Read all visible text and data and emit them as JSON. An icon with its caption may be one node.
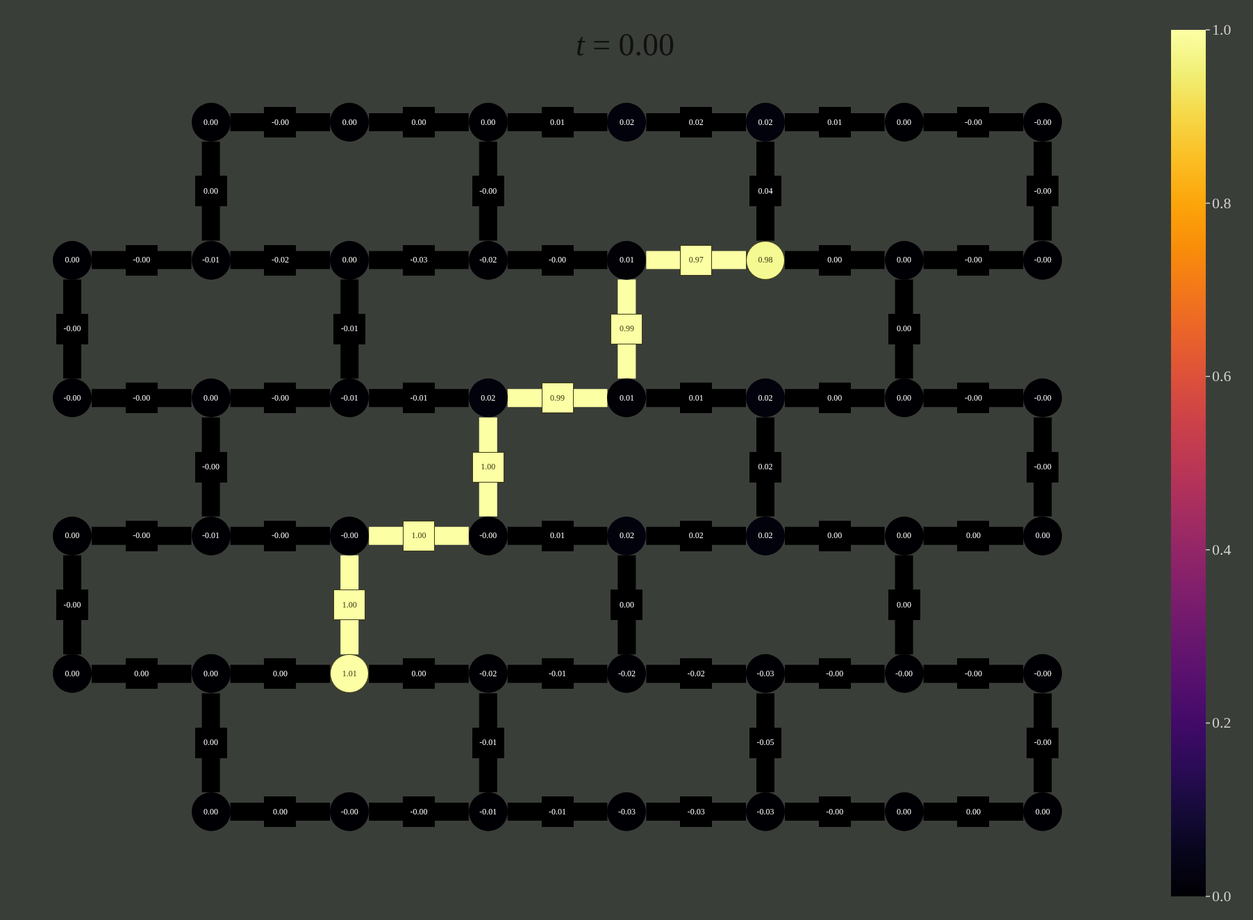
{
  "diagram": {
    "title": "*t* = 0.00",
    "nodes": [
      {
        "text": [
          "0.00"
        ]
      },
      {
        "text": [
          "0.00"
        ]
      },
      {
        "text": [
          "0.00"
        ]
      },
      {
        "text": [
          "0.02"
        ]
      },
      {
        "text": [
          "0.02"
        ]
      },
      {
        "text": [
          "0.00"
        ]
      },
      {
        "text": [
          "-0.00"
        ]
      },
      {
        "text": [
          "0.00"
        ]
      },
      {
        "text": [
          "-0.01"
        ]
      },
      {
        "text": [
          "0.00"
        ]
      },
      {
        "text": [
          "-0.02"
        ]
      },
      {
        "text": [
          "0.01"
        ]
      },
      {
        "text": [
          "0.98"
        ]
      },
      {
        "text": [
          "0.00"
        ]
      },
      {
        "text": [
          "-0.00"
        ]
      },
      {
        "text": [
          "-0.00"
        ]
      },
      {
        "text": [
          "0.00"
        ]
      },
      {
        "text": [
          "-0.01"
        ]
      },
      {
        "text": [
          "0.02"
        ]
      },
      {
        "text": [
          "0.01"
        ]
      },
      {
        "text": [
          "0.02"
        ]
      },
      {
        "text": [
          "0.00"
        ]
      },
      {
        "text": [
          "-0.00"
        ]
      },
      {
        "text": [
          "0.00"
        ]
      },
      {
        "text": [
          "-0.01"
        ]
      },
      {
        "text": [
          "-0.00"
        ]
      },
      {
        "text": [
          "-0.00"
        ]
      },
      {
        "text": [
          "0.02"
        ]
      },
      {
        "text": [
          "0.02"
        ]
      },
      {
        "text": [
          "0.00"
        ]
      },
      {
        "text": [
          "0.00"
        ]
      },
      {
        "text": [
          "0.00"
        ]
      },
      {
        "text": [
          "0.00"
        ]
      },
      {
        "text": [
          "1.01"
        ]
      },
      {
        "text": [
          "-0.02"
        ]
      },
      {
        "text": [
          "-0.02"
        ]
      },
      {
        "text": [
          "-0.03"
        ]
      },
      {
        "text": [
          "-0.00"
        ]
      },
      {
        "text": [
          "-0.00"
        ]
      },
      {
        "text": [
          "0.00"
        ]
      },
      {
        "text": [
          "-0.00"
        ]
      },
      {
        "text": [
          "-0.01"
        ]
      },
      {
        "text": [
          "-0.03"
        ]
      },
      {
        "text": [
          "-0.03"
        ]
      },
      {
        "text": [
          "0.00"
        ]
      },
      {
        "text": [
          "0.00"
        ]
      }
    ],
    "edges": [
      {
        "from": 0,
        "to": 1,
        "arrow": "none",
        "label": "-0.00"
      },
      {
        "from": 1,
        "to": 2,
        "arrow": "none",
        "label": "0.00"
      },
      {
        "from": 2,
        "to": 3,
        "arrow": "none",
        "label": "0.01"
      },
      {
        "from": 3,
        "to": 4,
        "arrow": "none",
        "label": "0.02"
      },
      {
        "from": 4,
        "to": 5,
        "arrow": "none",
        "label": "0.01"
      },
      {
        "from": 5,
        "to": 6,
        "arrow": "none",
        "label": "-0.00"
      },
      {
        "from": 0,
        "to": 8,
        "arrow": "none",
        "label": "0.00"
      },
      {
        "from": 2,
        "to": 10,
        "arrow": "none",
        "label": "-0.00"
      },
      {
        "from": 4,
        "to": 12,
        "arrow": "none",
        "label": "0.04"
      },
      {
        "from": 6,
        "to": 14,
        "arrow": "none",
        "label": "-0.00"
      },
      {
        "from": 7,
        "to": 8,
        "arrow": "none",
        "label": "-0.00"
      },
      {
        "from": 8,
        "to": 9,
        "arrow": "none",
        "label": "-0.02"
      },
      {
        "from": 9,
        "to": 10,
        "arrow": "none",
        "label": "-0.03"
      },
      {
        "from": 10,
        "to": 11,
        "arrow": "none",
        "label": "-0.00"
      },
      {
        "from": 11,
        "to": 12,
        "arrow": "none",
        "label": "0.97",
        "color": "#fcffa4"
      },
      {
        "from": 12,
        "to": 13,
        "arrow": "none",
        "label": "0.00"
      },
      {
        "from": 13,
        "to": 14,
        "arrow": "none",
        "label": "-0.00"
      },
      {
        "from": 7,
        "to": 15,
        "arrow": "none",
        "label": "-0.00"
      },
      {
        "from": 9,
        "to": 17,
        "arrow": "none",
        "label": "-0.01"
      },
      {
        "from": 11,
        "to": 19,
        "arrow": "none",
        "label": "0.99",
        "color": "#fcffa4"
      },
      {
        "from": 13,
        "to": 21,
        "arrow": "none",
        "label": "0.00"
      },
      {
        "from": 15,
        "to": 16,
        "arrow": "none",
        "label": "-0.00"
      },
      {
        "from": 16,
        "to": 17,
        "arrow": "none",
        "label": "-0.00"
      },
      {
        "from": 17,
        "to": 18,
        "arrow": "none",
        "label": "-0.01"
      },
      {
        "from": 18,
        "to": 19,
        "arrow": "none",
        "label": "0.99",
        "color": "#fcffa4"
      },
      {
        "from": 19,
        "to": 20,
        "arrow": "none",
        "label": "0.01"
      },
      {
        "from": 20,
        "to": 21,
        "arrow": "none",
        "label": "0.00"
      },
      {
        "from": 21,
        "to": 22,
        "arrow": "none",
        "label": "-0.00"
      },
      {
        "from": 16,
        "to": 24,
        "arrow": "none",
        "label": "-0.00"
      },
      {
        "from": 18,
        "to": 26,
        "arrow": "none",
        "label": "1.00",
        "color": "#fcffa4"
      },
      {
        "from": 20,
        "to": 28,
        "arrow": "none",
        "label": "0.02"
      },
      {
        "from": 22,
        "to": 30,
        "arrow": "none",
        "label": "-0.00"
      },
      {
        "from": 23,
        "to": 24,
        "arrow": "none",
        "label": "-0.00"
      },
      {
        "from": 24,
        "to": 25,
        "arrow": "none",
        "label": "-0.00"
      },
      {
        "from": 25,
        "to": 26,
        "arrow": "none",
        "label": "1.00",
        "color": "#fcffa4"
      },
      {
        "from": 26,
        "to": 27,
        "arrow": "none",
        "label": "0.01"
      },
      {
        "from": 27,
        "to": 28,
        "arrow": "none",
        "label": "0.02"
      },
      {
        "from": 28,
        "to": 29,
        "arrow": "none",
        "label": "0.00"
      },
      {
        "from": 29,
        "to": 30,
        "arrow": "none",
        "label": "0.00"
      },
      {
        "from": 23,
        "to": 31,
        "arrow": "none",
        "label": "-0.00"
      },
      {
        "from": 25,
        "to": 33,
        "arrow": "none",
        "label": "1.00",
        "color": "#fcffa4"
      },
      {
        "from": 27,
        "to": 35,
        "arrow": "none",
        "label": "0.00"
      },
      {
        "from": 29,
        "to": 37,
        "arrow": "none",
        "label": "0.00"
      },
      {
        "from": 31,
        "to": 32,
        "arrow": "none",
        "label": "0.00"
      },
      {
        "from": 32,
        "to": 33,
        "arrow": "none",
        "label": "0.00"
      },
      {
        "from": 33,
        "to": 34,
        "arrow": "none",
        "label": "0.00"
      },
      {
        "from": 34,
        "to": 35,
        "arrow": "none",
        "label": "-0.01"
      },
      {
        "from": 35,
        "to": 36,
        "arrow": "none",
        "label": "-0.02"
      },
      {
        "from": 36,
        "to": 37,
        "arrow": "none",
        "label": "-0.00"
      },
      {
        "from": 37,
        "to": 38,
        "arrow": "none",
        "label": "-0.00"
      },
      {
        "from": 32,
        "to": 39,
        "arrow": "none",
        "label": "0.00"
      },
      {
        "from": 34,
        "to": 41,
        "arrow": "none",
        "label": "-0.01"
      },
      {
        "from": 36,
        "to": 43,
        "arrow": "none",
        "label": "-0.05"
      },
      {
        "from": 38,
        "to": 45,
        "arrow": "none",
        "label": "-0.00"
      },
      {
        "from": 39,
        "to": 40,
        "arrow": "none",
        "label": "0.00"
      },
      {
        "from": 40,
        "to": 41,
        "arrow": "none",
        "label": "-0.00"
      },
      {
        "from": 41,
        "to": 42,
        "arrow": "none",
        "label": "-0.01"
      },
      {
        "from": 42,
        "to": 43,
        "arrow": "none",
        "label": "-0.03"
      },
      {
        "from": 43,
        "to": 44,
        "arrow": "none",
        "label": "-0.00"
      },
      {
        "from": 44,
        "to": 45,
        "arrow": "none",
        "label": "0.00"
      }
    ],
    "labels": [
      "1.0",
      "0.8",
      "0.6",
      "0.4",
      "0.2",
      "0.0"
    ]
  }
}
